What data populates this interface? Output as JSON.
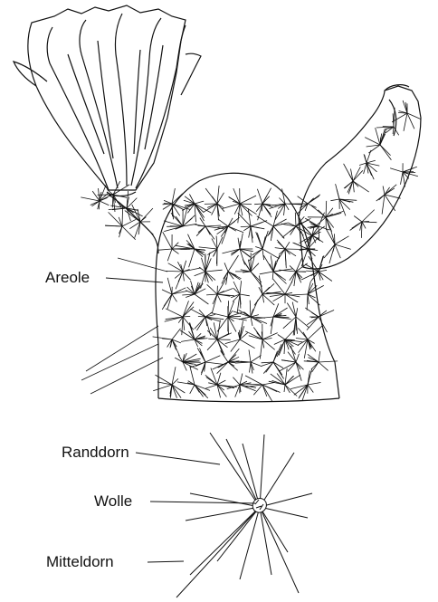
{
  "labels": {
    "areole": "Areole",
    "randdorn": "Randdorn",
    "wolle": "Wolle",
    "mitteldorn": "Mitteldorn"
  },
  "colors": {
    "ink": "#111111",
    "background": "#ffffff"
  }
}
